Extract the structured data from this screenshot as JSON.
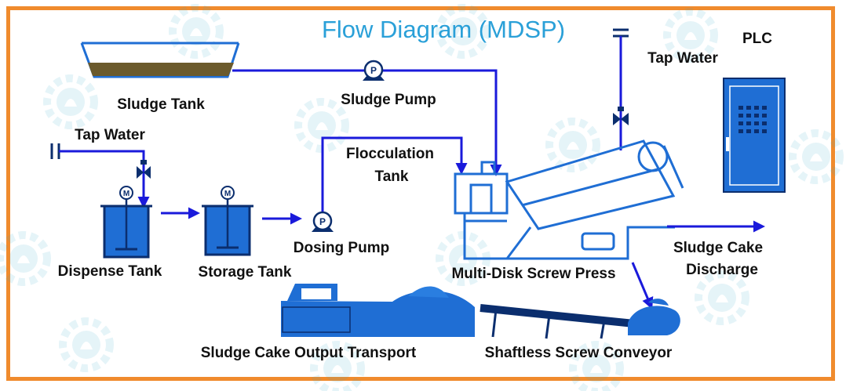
{
  "colors": {
    "frame": "#f08b2d",
    "line": "#1a1adb",
    "equipment": "#1f6ed4",
    "equipment_dark": "#0b2e6e",
    "sludge": "#6b5a2c",
    "title": "#2aa0d8",
    "label": "#111111",
    "watermark": "#3aa6c9"
  },
  "title": "Flow Diagram (MDSP)",
  "labels": {
    "sludge_tank": "Sludge Tank",
    "sludge_pump": "Sludge Pump",
    "tap_water_left": "Tap Water",
    "tap_water_top": "Tap Water",
    "plc": "PLC",
    "flocculation_line1": "Flocculation",
    "flocculation_line2": "Tank",
    "dispense_tank": "Dispense Tank",
    "storage_tank": "Storage Tank",
    "dosing_pump": "Dosing Pump",
    "screw_press": "Multi-Disk Screw Press",
    "cake_discharge_line1": "Sludge Cake",
    "cake_discharge_line2": "Discharge",
    "output_transport": "Sludge Cake Output Transport",
    "conveyor": "Shaftless Screw Conveyor"
  },
  "equipment_symbols": {
    "pump": "P",
    "motor": "M"
  },
  "icons": [
    "valve-icon",
    "pump-icon",
    "motor-icon",
    "watermark-logo-icon",
    "plc-cabinet-icon",
    "truck-icon"
  ]
}
